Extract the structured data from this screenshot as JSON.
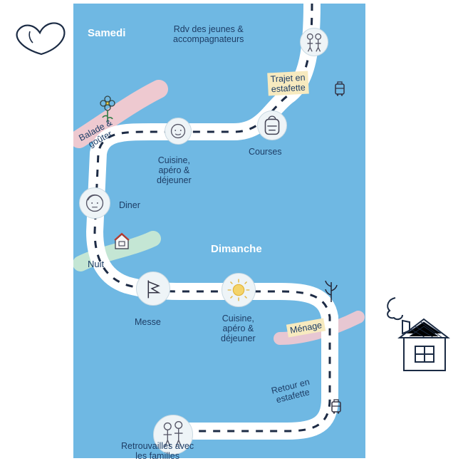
{
  "days": {
    "saturday": "Samedi",
    "sunday": "Dimanche"
  },
  "steps": {
    "rdv": [
      "Rdv des jeunes &",
      "accompagnateurs"
    ],
    "trajet": [
      "Trajet en",
      "estafette"
    ],
    "balade": [
      "Balade &",
      "goûter"
    ],
    "cuisine1": [
      "Cuisine,",
      "apéro &",
      "déjeuner"
    ],
    "courses": "Courses",
    "diner": "Diner",
    "nuit": "Nuit",
    "messe": "Messe",
    "cuisine2": [
      "Cuisine,",
      "apéro &",
      "déjeuner"
    ],
    "menage": "Ménage",
    "retour": [
      "Retour en",
      "estafette"
    ],
    "retrouvailles": [
      "Retrouvailles avec",
      "les familles"
    ]
  },
  "colors": {
    "background": "#6fb8e3",
    "road": "#ffffff",
    "dash": "#1d2b45",
    "label": "#1d3d66",
    "pink_sticky": "#f4c9cf",
    "yellow_sticky": "#f7eabf",
    "green_sticky": "#cdebd2"
  },
  "icons": {
    "heart": "heart-icon",
    "house": "house-icon",
    "children": "children-icon",
    "luggage": "luggage-icon",
    "flower": "flower-icon",
    "face": "face-icon",
    "backpack": "backpack-icon",
    "flag": "flag-icon",
    "sun": "sun-icon",
    "leaf": "leaf-icon"
  }
}
